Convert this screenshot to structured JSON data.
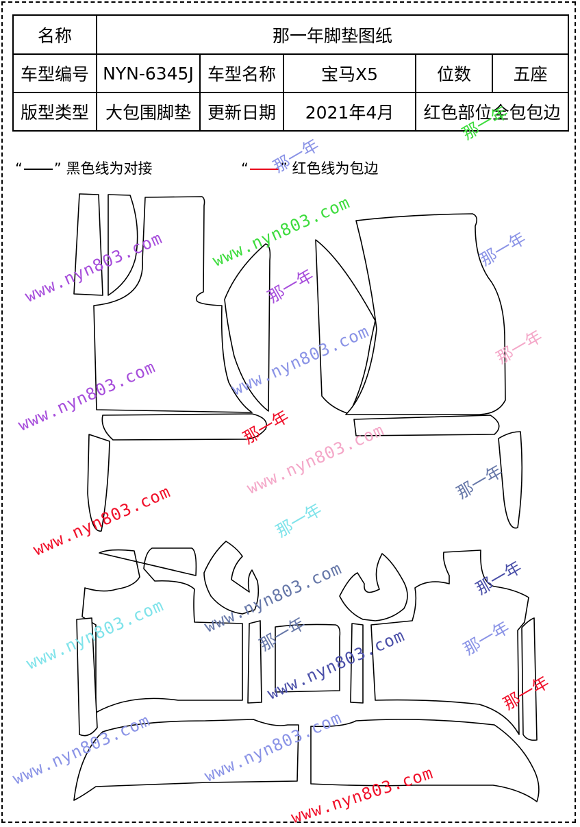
{
  "header": {
    "name_label": "名称",
    "name_value": "那一年脚垫图纸",
    "model_no_label": "车型编号",
    "model_no_value": "NYN-6345J",
    "model_name_label": "车型名称",
    "model_name_value": "宝马X5",
    "seats_label": "位数",
    "seats_value": "五座",
    "type_label": "版型类型",
    "type_value": "大包围脚垫",
    "date_label": "更新日期",
    "date_value": "2021年4月",
    "red_note": "红色部位全包包边"
  },
  "legend": {
    "black_open": "“",
    "black_close": "”",
    "black_text": "黑色线为对接",
    "red_open": "“",
    "red_close": "”",
    "red_text": "红色线为包边"
  },
  "watermarks": {
    "url": "www.nyn803.com",
    "brand": "那一年"
  },
  "colors": {
    "border": "#000000",
    "red_line": "#e8001c",
    "wm_purple": "#a64ddb",
    "wm_green": "#3ddc3d",
    "wm_blue": "#8a93e6",
    "wm_pink": "#f4a7c8",
    "wm_red": "#f0102a",
    "wm_cyan": "#7fe3ea",
    "wm_navy": "#4a4fa8",
    "wm_slate": "#6677a8"
  }
}
